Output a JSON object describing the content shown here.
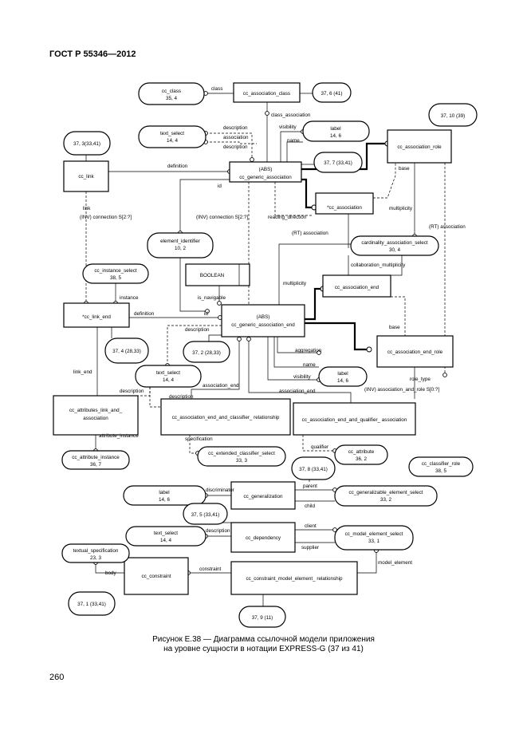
{
  "header": "ГОСТ Р 55346—2012",
  "caption": {
    "line1": "Рисунок Е.38 — Диаграмма ссылочной модели приложения",
    "line2": "на уровне сущности в нотации EXPRESS-G (37 из 41)"
  },
  "page_number": "260",
  "entities": {
    "cc_association_class": "cc_association_class",
    "cc_link": "cc_link",
    "abs1": "(ABS)",
    "cc_generic_association": "cc_generic_association",
    "cc_association_role": "cc_association_role",
    "cc_association": "*cc_association",
    "boolean": "BOOLEAN",
    "cc_association_end": "cc_association_end",
    "cc_link_end": "*cc_link_end",
    "abs2": "(ABS)",
    "cc_generic_association_end": "cc_generic_association_end",
    "cc_association_end_role": "cc_association_end_role",
    "attr_link_assoc_1": "cc_attributes_link_and_",
    "attr_link_assoc_2": "association",
    "end_classifier_rel": "cc_association_end_and_classifier_ relationship",
    "end_qualifier_assoc": "cc_association_end_and_qualifier_ association",
    "cc_generalization": "cc_generalization",
    "cc_dependency": "cc_dependency",
    "cc_constraint": "cc_constraint",
    "constraint_rel": "cc_constraint_model_element_ relationship"
  },
  "selects": {
    "cc_class_1": "cc_class",
    "cc_class_2": "35, 4",
    "text_select_a1": "text_select",
    "text_select_a2": "14, 4",
    "label_a1": "label",
    "label_a2": "14, 6",
    "element_identifier_1": "element_identifier",
    "element_identifier_2": "10, 2",
    "instance_select_1": "cc_instance_select",
    "instance_select_2": "38, 5",
    "cardinality_select_1": "cardinality_association_select",
    "cardinality_select_2": "30, 4",
    "text_select_b1": "text_select",
    "text_select_b2": "14, 4",
    "label_b1": "label",
    "label_b2": "14, 6",
    "attr_instance_1": "cc_attribute_instance",
    "attr_instance_2": "36, 7",
    "ext_classifier_1": "cc_extended_classifier_select",
    "ext_classifier_2": "33, 3",
    "cc_attribute_1": "cc_attribute",
    "cc_attribute_2": "36, 2",
    "classifier_role_1": "cc_classifier_role",
    "classifier_role_2": "38, 5",
    "label_c1": "label",
    "label_c2": "14, 6",
    "generalizable_1": "cc_generalizable_element_select",
    "generalizable_2": "33, 2",
    "text_select_c1": "text_select",
    "text_select_c2": "14, 4",
    "model_element_1": "cc_model_element_select",
    "model_element_2": "33, 1",
    "textual_spec_1": "textual_specification",
    "textual_spec_2": "23, 3"
  },
  "page_refs": {
    "r1": "37, 6 (41)",
    "r2": "37, 10 (39)",
    "r3": "37, 3(33,41)",
    "r4": "37, 7 (33,41)",
    "r5": "37, 4 (28,33)",
    "r6": "37, 2 (28,33)",
    "r7": "37, 8 (33,41)",
    "r8": "37, 5 (33,41)",
    "r9": "37, 1 (33,41)",
    "r10": "37, 9 (11)"
  },
  "roles": {
    "class": "class",
    "class_association": "class_association",
    "description_a": "description",
    "visibility_a": "visibility",
    "name_a": "name",
    "description_b": "description",
    "association_a": "association",
    "definition_a": "definition",
    "base_a": "base",
    "id": "id",
    "link": "link",
    "inv_connection_link": "(INV) connection S[2:?]",
    "inv_connection_assoc": "(INV) connection S[2:?]",
    "reading_direction": "reading_direction",
    "rt_association_a": "(RT) association",
    "multiplicity_a": "multiplicity",
    "rt_association_b": "(RT) association",
    "collaboration_multiplicity": "collaboration_multiplicity",
    "multiplicity_b": "multiplicity",
    "is_navigable": "is_navigable",
    "instance": "instance",
    "definition_b": "definition",
    "id_b": "id",
    "description_c": "description",
    "aggregation": "aggregation",
    "base_b": "base",
    "name_b": "name",
    "visibility_b": "visibility",
    "role_type": "role_type",
    "inv_association_and_role": "(INV) association_and_role S[0:?]",
    "link_end": "link_end",
    "description_d": "description",
    "association_end_a": "association_end",
    "description_e": "description",
    "association_end_b": "association_end",
    "attribute_instance": "attribute_instance",
    "specification": "specification",
    "qualifier": "qualifier",
    "discriminator": "discriminator",
    "parent": "parent",
    "child": "child",
    "description_f": "description",
    "client": "client",
    "supplier": "supplier",
    "body": "body",
    "constraint": "constraint",
    "model_element": "model_element"
  }
}
